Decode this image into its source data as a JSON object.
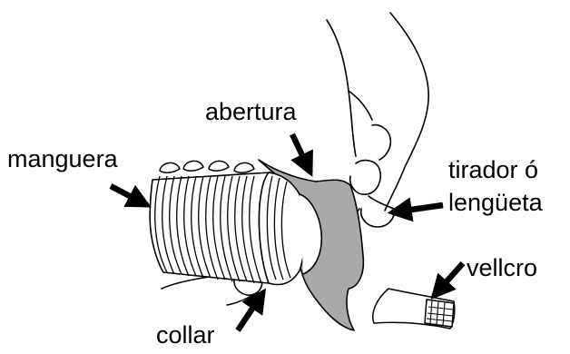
{
  "diagram": {
    "labels": {
      "hose": "manguera",
      "opening": "abertura",
      "pull_tab_line1": "tirador ó",
      "pull_tab_line2": "lengüeta",
      "velcro": "vellcro",
      "collar": "collar"
    },
    "colors": {
      "fabric_fill": "#a9a9a9",
      "line": "#000000",
      "background": "#ffffff"
    }
  }
}
